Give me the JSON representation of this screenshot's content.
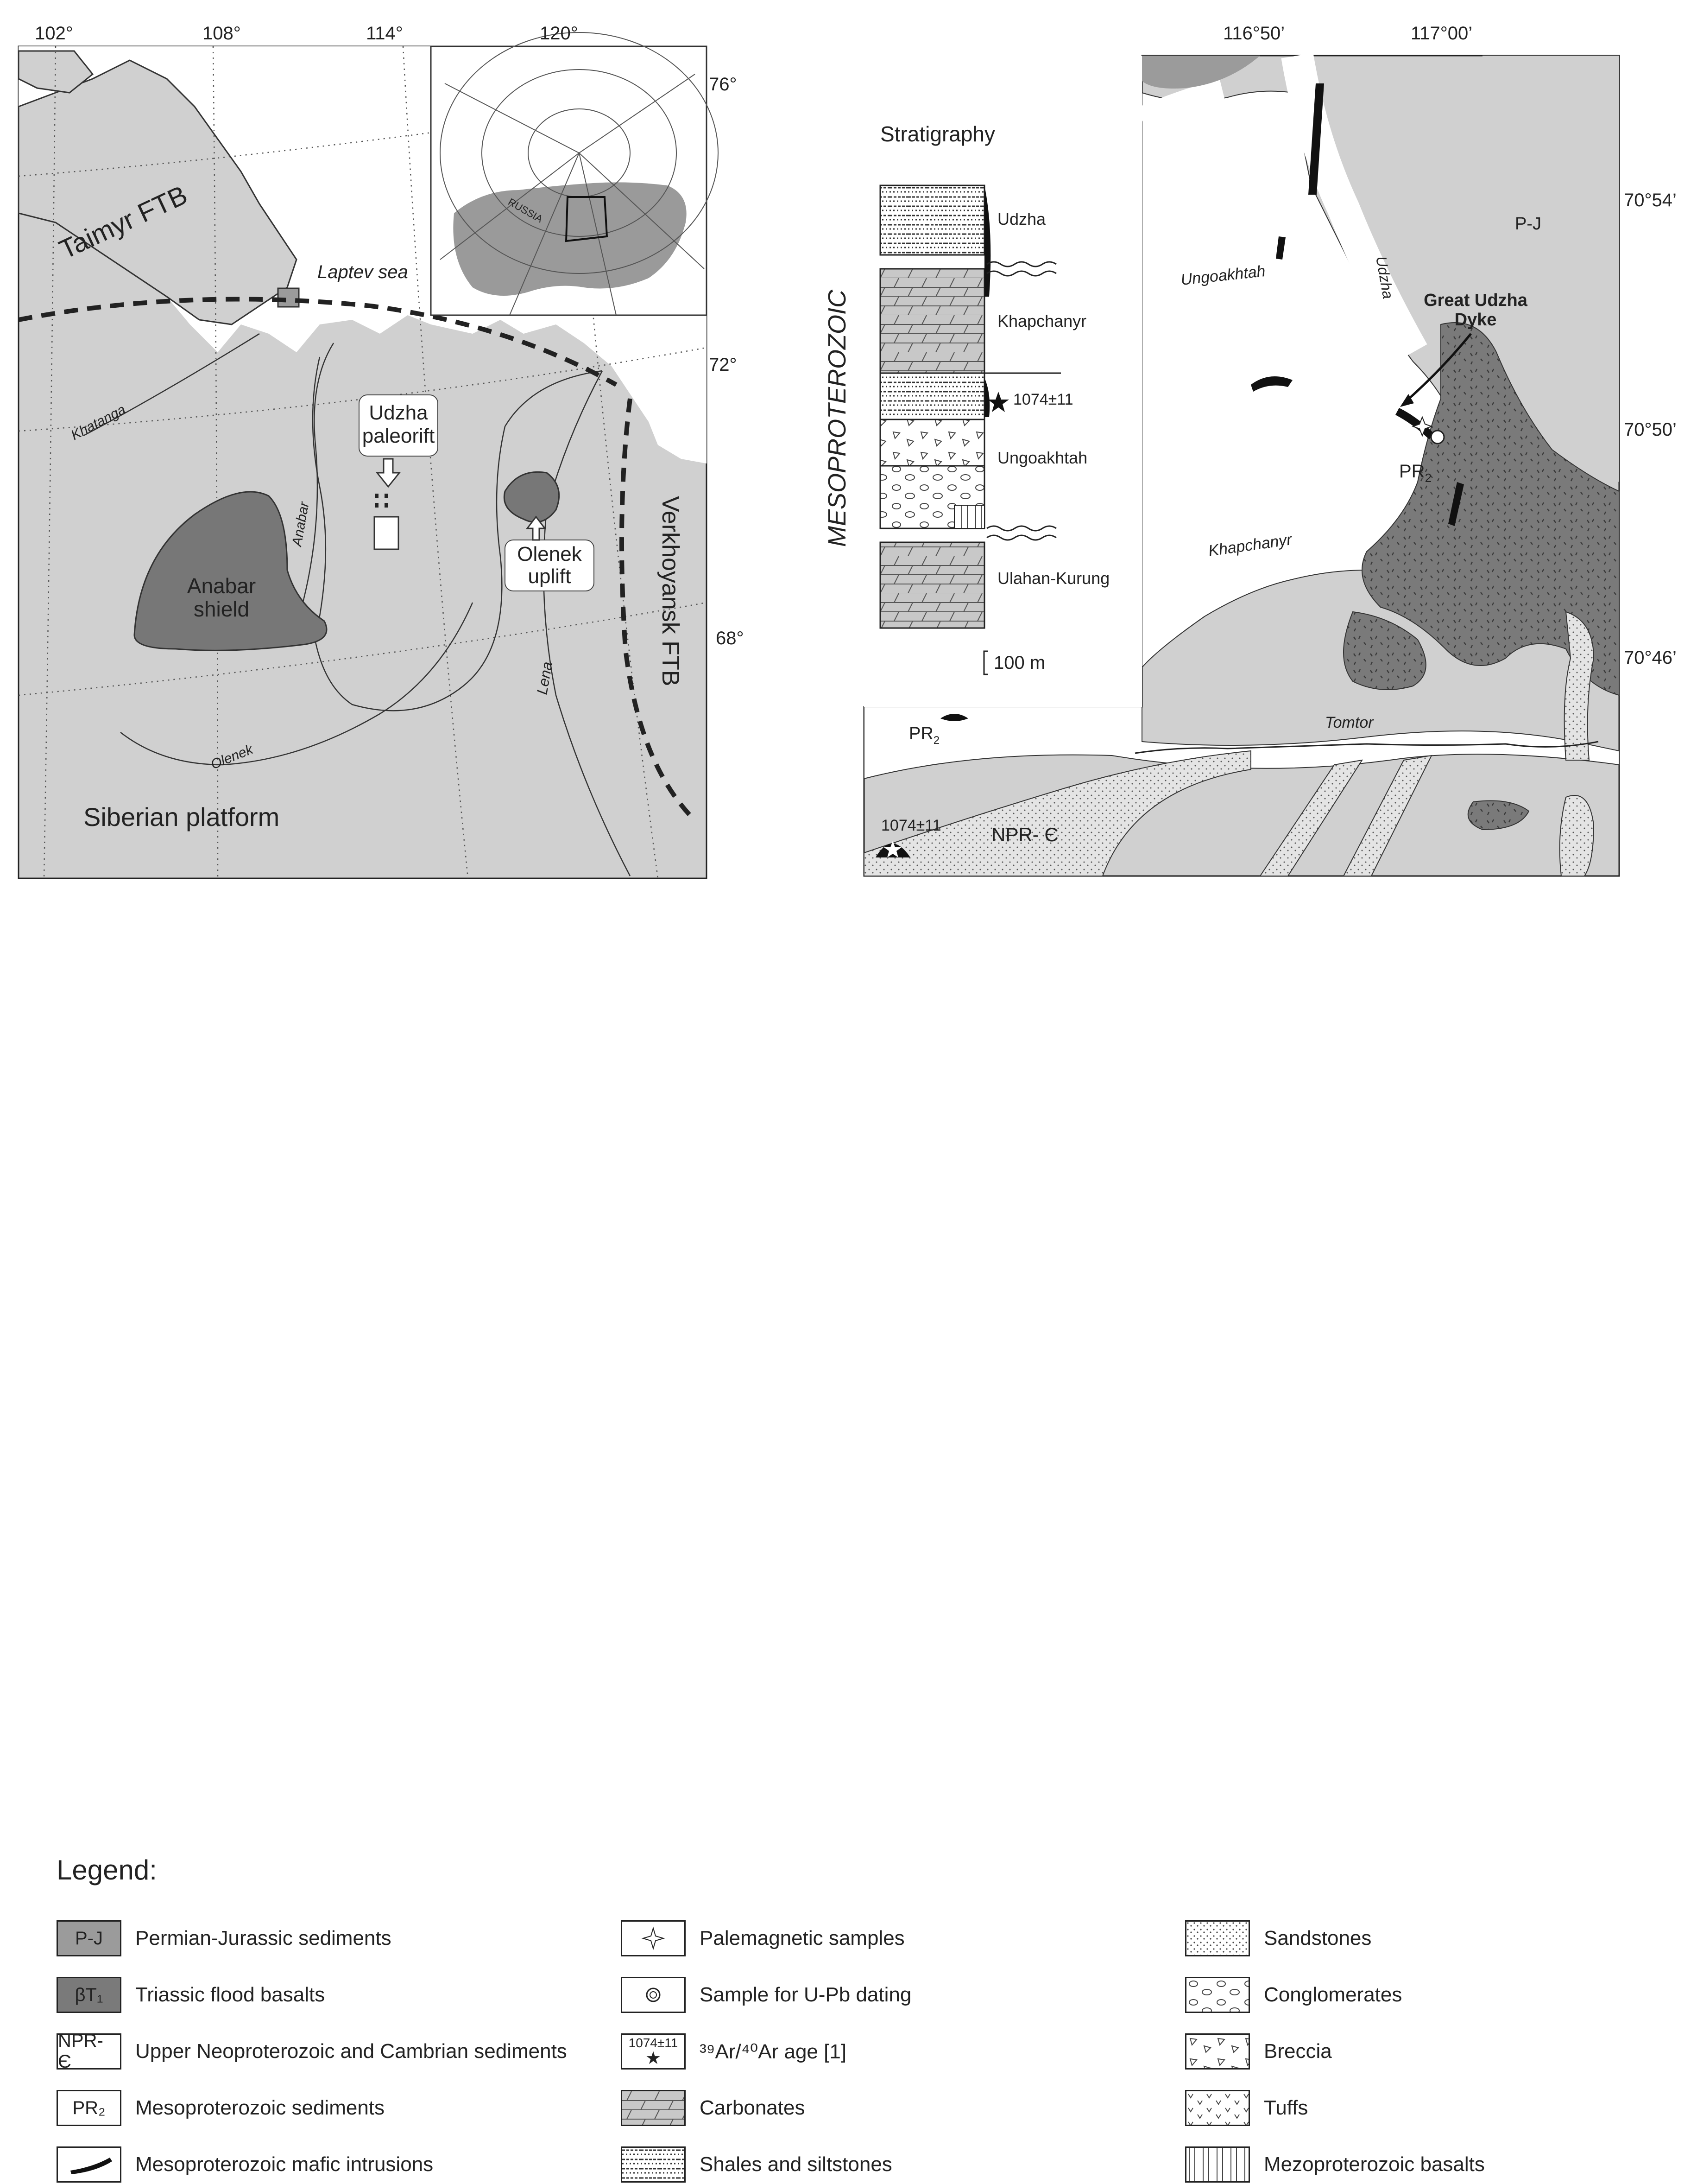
{
  "left_map": {
    "longitude_labels": [
      "102°",
      "108°",
      "114°",
      "120°"
    ],
    "latitude_labels": [
      "76°",
      "72°",
      "68°"
    ],
    "labels": {
      "taimyr": "Taimyr FTB",
      "laptev": "Laptev sea",
      "khatanga": "Khatanga",
      "anabar_river": "Anabar",
      "anabar_shield": [
        "Anabar",
        "shield"
      ],
      "udzha_paleorift": [
        "Udzha",
        "paleorift"
      ],
      "olenek_uplift": [
        "Olenek",
        "uplift"
      ],
      "lena": "Lena",
      "olenek_river": "Olenek",
      "verkhoyansk": "Verkhoyansk FTB",
      "siberian_platform": "Siberian platform"
    },
    "inset": {
      "country_label": "RUSSIA"
    }
  },
  "stratigraphy": {
    "title": "Stratigraphy",
    "era_label": "MESOPROTEROZOIC",
    "units": [
      "Udzha",
      "Khapchanyr",
      "Ungoakhtah",
      "Ulahan-Kurung"
    ],
    "age_label": "1074±11",
    "scale": "100 m"
  },
  "right_map": {
    "longitude_labels": [
      "116°50’",
      "117°00’"
    ],
    "latitude_labels": [
      "70°54’",
      "70°50’",
      "70°46’"
    ],
    "labels": {
      "pj": "P-J",
      "ungoakhtah": "Ungoakhtah",
      "udzha_river": "Udzha",
      "great_udzha": [
        "Great Udzha",
        "Dyke"
      ],
      "pr2_main": "PR",
      "pr2_sub": "2",
      "khapchanyr": "Khapchanyr",
      "tomtor": "Tomtor",
      "pr2_corner": "PR",
      "age_corner": "1074±11",
      "npr": "NPR- Є"
    }
  },
  "legend": {
    "title": "Legend:",
    "col1": [
      {
        "code": "P-J",
        "label": "Permian-Jurassic sediments",
        "fill": "#9b9b9b"
      },
      {
        "code": "βT₁",
        "label": "Triassic flood basalts",
        "fill": "#777777"
      },
      {
        "code": "NPR- Є",
        "label": "Upper Neoproterozoic and Cambrian sediments",
        "fill": "#ffffff"
      },
      {
        "code": "PR₂",
        "label": "Mesoproterozoic sediments",
        "fill": "#ffffff"
      },
      {
        "code": "",
        "label": "Mesoproterozoic mafic intrusions",
        "fill": "#ffffff"
      }
    ],
    "col2": [
      {
        "code": "",
        "label": "Palemagnetic samples"
      },
      {
        "code": "",
        "label": "Sample for U-Pb dating"
      },
      {
        "code": "1074±11",
        "label": "³⁹Ar/⁴⁰Ar age [1]"
      },
      {
        "code": "",
        "label": "Carbonates"
      },
      {
        "code": "",
        "label": "Shales and siltstones"
      }
    ],
    "col3": [
      {
        "label": "Sandstones"
      },
      {
        "label": "Conglomerates"
      },
      {
        "label": "Breccia"
      },
      {
        "label": "Tuffs"
      },
      {
        "label": "Mezoproterozoic basalts"
      }
    ]
  },
  "colors": {
    "platform_gray": "#d0d0d0",
    "dark_gray": "#777777",
    "pj_gray": "#9b9b9b",
    "white": "#ffffff",
    "line": "#222222"
  }
}
